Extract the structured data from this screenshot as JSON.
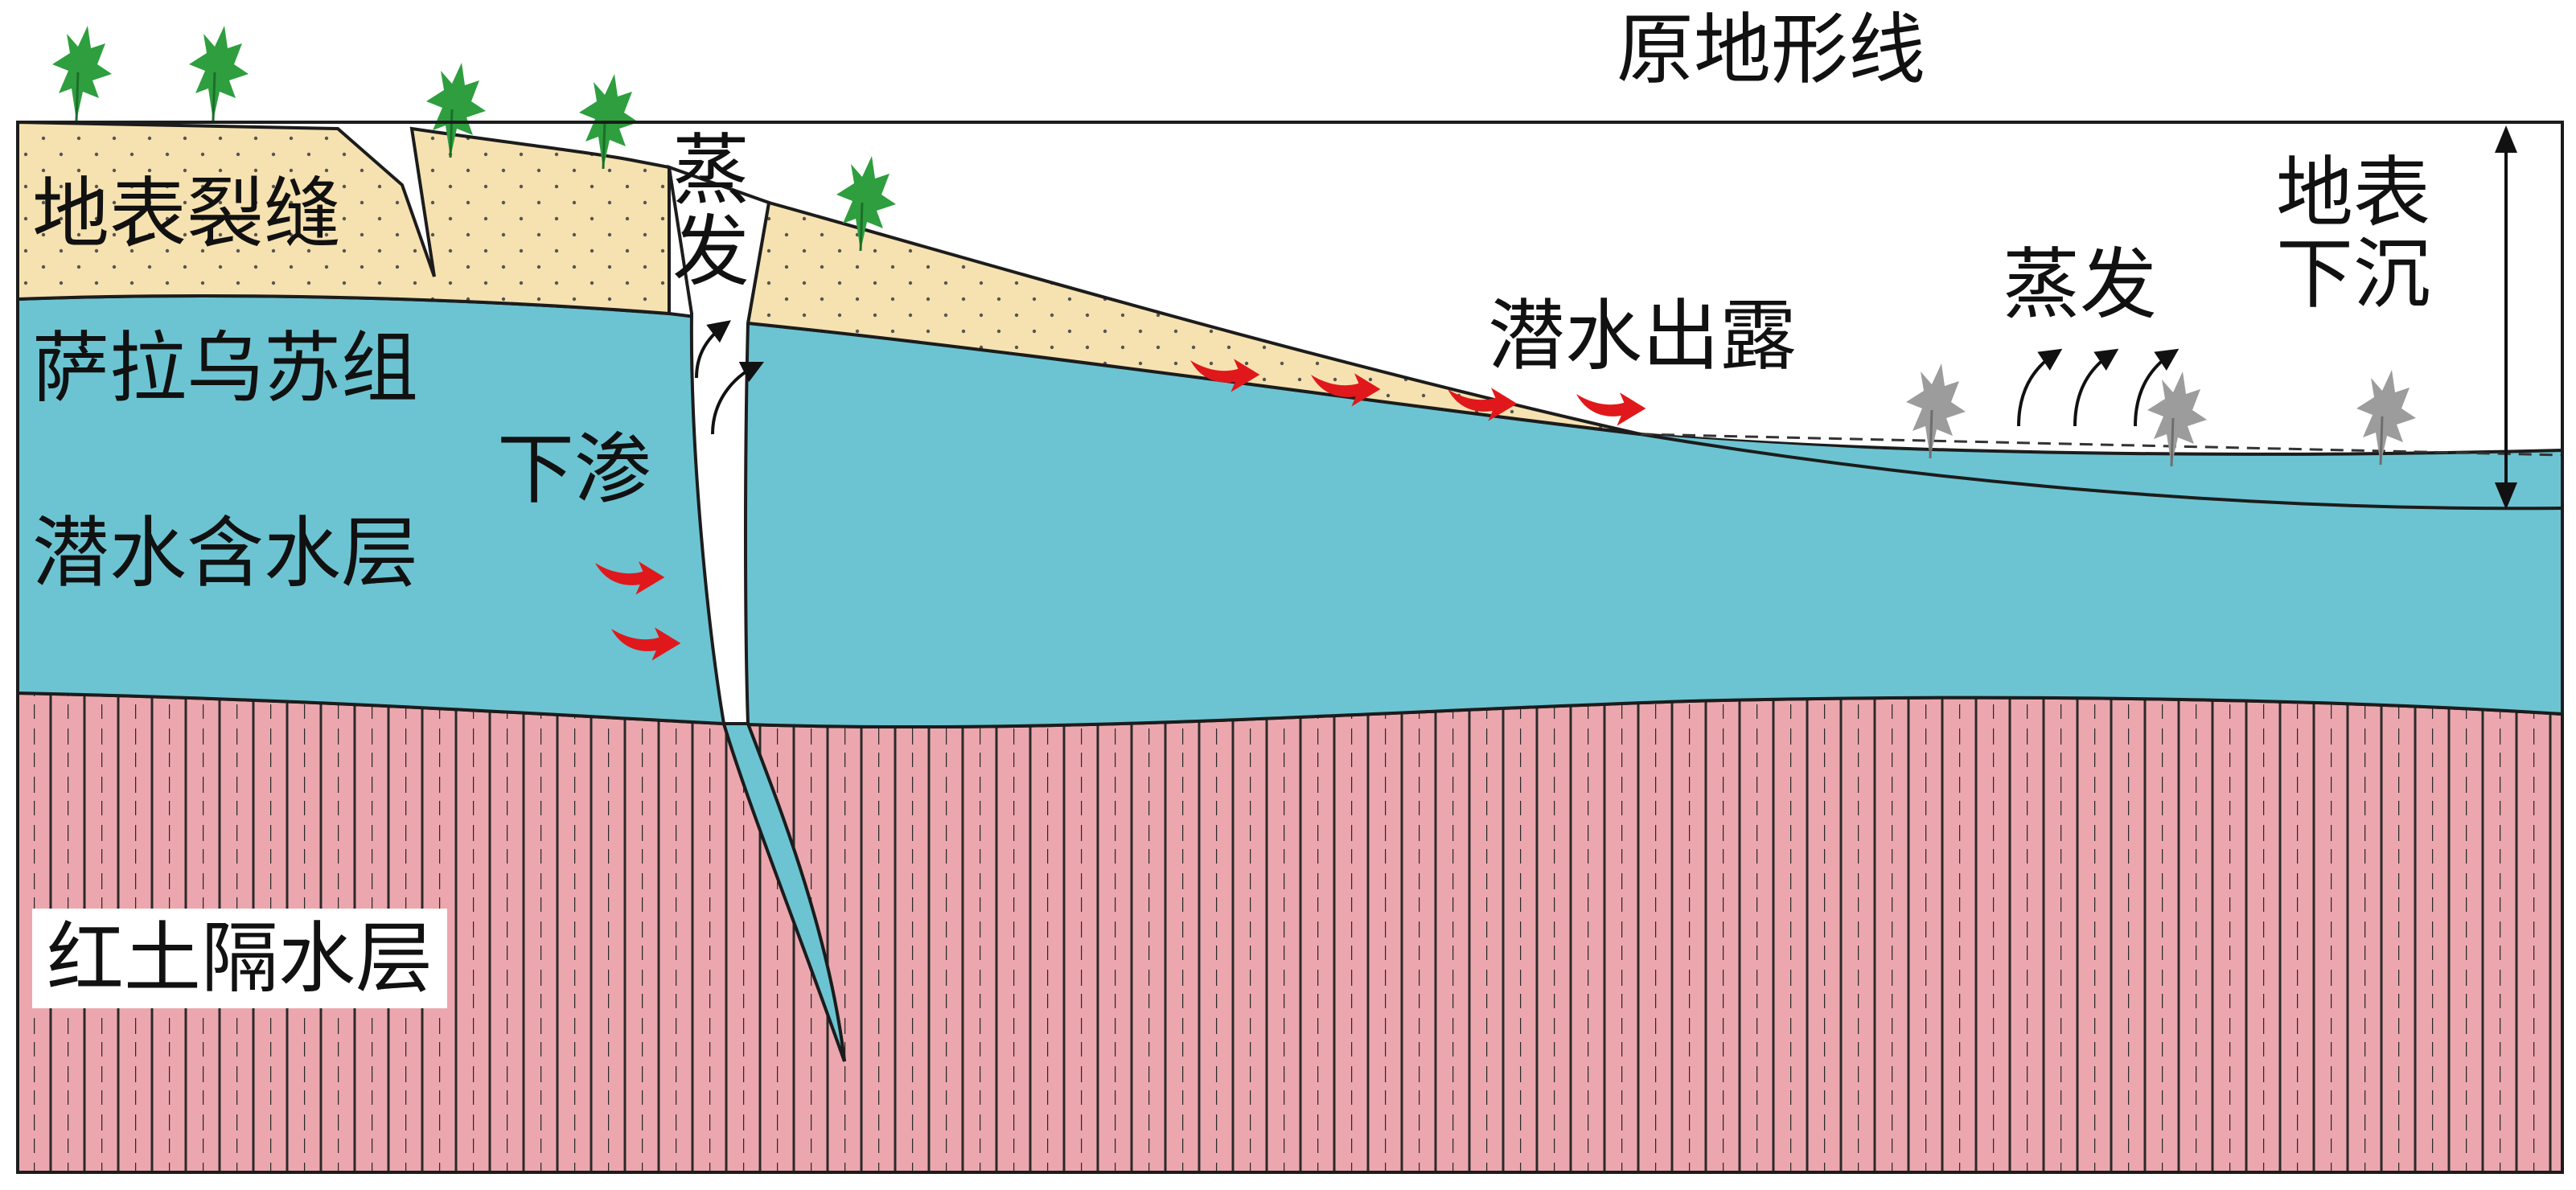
{
  "labels": {
    "original_terrain": "原地形线",
    "surface_crack": "地表裂缝",
    "salawusu": "萨拉乌苏组",
    "infiltration": "下渗",
    "aquifer": "潜水含水层",
    "aquitard": "红土隔水层",
    "groundwater_outcrop": "潜水出露",
    "evaporation_right": "蒸发",
    "evaporation_left_1": "蒸",
    "evaporation_left_2": "发",
    "subsidence_1": "地表",
    "subsidence_2": "下沉"
  },
  "colors": {
    "sand_layer": "#f6e2b0",
    "aquifer": "#6cc4d2",
    "red_clay": "#eca7ae",
    "plant_healthy": "#2e9e3e",
    "plant_dead": "#9c9c9c",
    "flow_arrow": "#e0181b",
    "outline": "#1c1c1c"
  },
  "icons": [
    "plant-healthy-icon",
    "plant-dead-icon",
    "flow-arrow-icon",
    "evaporation-arrow-icon"
  ]
}
